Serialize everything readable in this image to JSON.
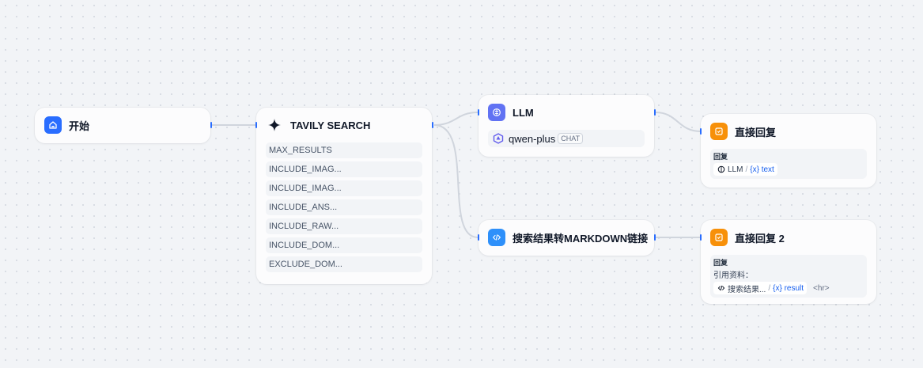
{
  "nodes": {
    "start": {
      "title": "开始",
      "icon": "home-icon"
    },
    "tavily": {
      "title": "TAVILY SEARCH",
      "icon": "sparkle-icon",
      "params": [
        "MAX_RESULTS",
        "INCLUDE_IMAG...",
        "INCLUDE_IMAG...",
        "INCLUDE_ANS...",
        "INCLUDE_RAW...",
        "INCLUDE_DOM...",
        "EXCLUDE_DOM..."
      ]
    },
    "llm": {
      "title": "LLM",
      "icon": "brain-icon",
      "model": "qwen-plus",
      "model_badge": "CHAT"
    },
    "code": {
      "title": "搜索结果转MARKDOWN链接",
      "icon": "code-icon"
    },
    "answer1": {
      "title": "直接回复",
      "icon": "answer-icon",
      "label": "回复",
      "var_source": "LLM",
      "var_sep": "/",
      "var_name": "{x} text"
    },
    "answer2": {
      "title": "直接回复 2",
      "icon": "answer-icon",
      "label": "回复",
      "text": "引用资料：",
      "var_source": "搜索结果...",
      "var_sep": "/",
      "var_name": "{x} result",
      "tag": "<hr>"
    }
  },
  "colors": {
    "start_icon": "#296dff",
    "llm_icon": "#6172f3",
    "code_icon": "#2e90fa",
    "answer_icon": "#f79009",
    "edge": "#d0d5dd",
    "handle": "#296dff"
  }
}
